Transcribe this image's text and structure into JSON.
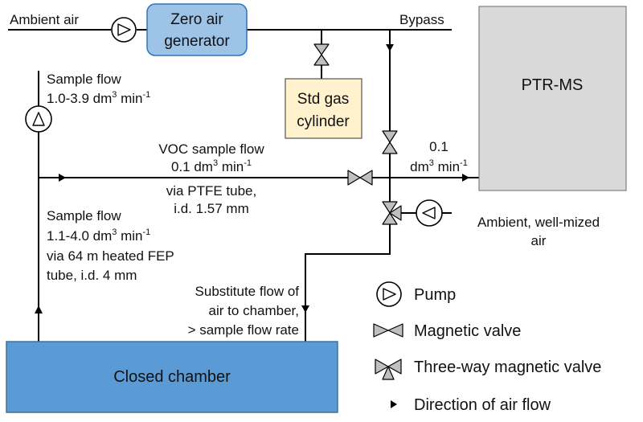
{
  "labels": {
    "ambient_air": "Ambient air",
    "zero_air_line1": "Zero air",
    "zero_air_line2": "generator",
    "bypass": "Bypass",
    "ptrms": "PTR-MS",
    "std_gas_line1": "Std gas",
    "std_gas_line2": "cylinder",
    "sample_flow_top_line1": "Sample flow",
    "sample_flow_top_base": "1.0-3.9 dm",
    "sample_flow_top_unit": " min",
    "voc_line1": "VOC sample flow",
    "voc_line2_base": "0.1 dm",
    "voc_line2_unit": " min",
    "voc_line3": "via PTFE tube,",
    "voc_line4": "i.d. 1.57 mm",
    "ptr_flow_line1": "0.1",
    "ptr_flow_base": "dm",
    "ptr_flow_unit": " min",
    "ambient_mixed_line1": "Ambient, well-mized",
    "ambient_mixed_line2": "air",
    "sample_flow_lower_line1": "Sample flow",
    "sample_flow_lower_base": "1.1-4.0 dm",
    "sample_flow_lower_unit": " min",
    "sample_flow_lower_line3": "via 64 m heated FEP",
    "sample_flow_lower_line4": "tube, i.d. 4 mm",
    "substitute_line1": "Substitute flow of",
    "substitute_line2": "air to chamber,",
    "substitute_line3": "> sample flow rate",
    "closed_chamber": "Closed chamber",
    "sup_3": "3",
    "sup_minus1": "-1"
  },
  "legend": {
    "pump": "Pump",
    "magnetic_valve": "Magnetic valve",
    "three_way_valve": "Three-way magnetic valve",
    "direction": "Direction of air flow"
  },
  "colors": {
    "zero_air_fill": "#9dc3e6",
    "zero_air_stroke": "#2e75b6",
    "std_gas_fill": "#fff2cc",
    "ptrms_fill": "#d9d9d9",
    "chamber_fill": "#5b9bd5",
    "chamber_stroke": "#41719c",
    "valve_fill": "#bfbfbf"
  },
  "icons": [
    "pump-icon",
    "magnetic-valve-icon",
    "three-way-valve-icon",
    "flow-arrow-icon"
  ]
}
